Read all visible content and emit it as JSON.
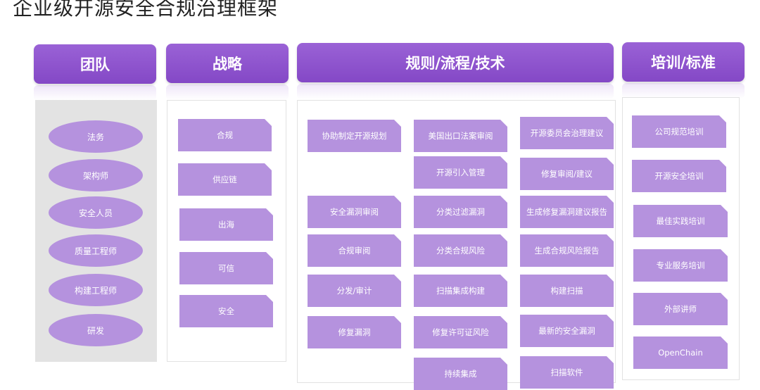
{
  "page_title": "企业级开源安全合规治理框架",
  "columns": {
    "team": {
      "header": "团队",
      "items": [
        "法务",
        "架构师",
        "安全人员",
        "质量工程师",
        "构建工程师",
        "研发"
      ]
    },
    "strategy": {
      "header": "战略",
      "items": [
        "合规",
        "供应链",
        "出海",
        "可信",
        "安全"
      ]
    },
    "rules": {
      "header": "规则/流程/技术",
      "col1": [
        "协助制定开源规划",
        "安全漏洞审阅",
        "合规审阅",
        "分发/审计",
        "修复漏洞"
      ],
      "col2": [
        "美国出口法案审阅",
        "开源引入管理",
        "分类过滤漏洞",
        "分类合规风险",
        "扫描集成构建",
        "修复许可证风险",
        "持续集成"
      ],
      "col3": [
        "开源委员会治理建议",
        "修复审阅/建议",
        "生成修复漏洞建议报告",
        "生成合规风险报告",
        "构建扫描",
        "最新的安全漏洞",
        "扫描软件"
      ]
    },
    "training": {
      "header": "培训/标准",
      "items": [
        "公司规范培训",
        "开源安全培训",
        "最佳实践培训",
        "专业服务培训",
        "外部讲师",
        "OpenChain"
      ]
    }
  },
  "colors": {
    "header": "#8a4fca",
    "box": "#b592de",
    "team_panel": "#e3e3e3"
  }
}
